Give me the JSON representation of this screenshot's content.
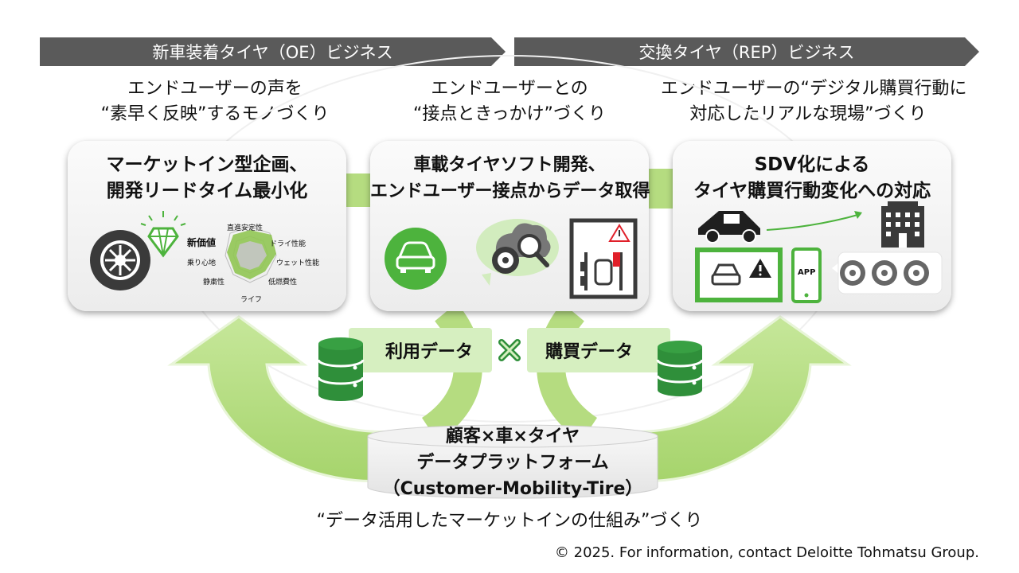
{
  "banners": {
    "left": "新車装着タイヤ（OE）ビジネス",
    "right": "交換タイヤ（REP）ビジネス"
  },
  "subtitles": {
    "left": [
      "エンドユーザーの声を",
      "“素早く反映”するモノづくり"
    ],
    "center": [
      "エンドユーザーとの",
      "“接点ときっかけ”づくり"
    ],
    "right": [
      "エンドユーザーの“デジタル購買行動に",
      "対応したリアルな現場”づくり"
    ]
  },
  "cards": {
    "left": {
      "title": [
        "マーケットイン型企画、",
        "開発リードタイム最小化"
      ],
      "new_value": "新価値",
      "radar_labels": [
        "直進安定性",
        "ドライ性能",
        "ウェット性能",
        "低燃費性",
        "ライフ",
        "静粛性",
        "乗り心地"
      ]
    },
    "center": {
      "title": [
        "車載タイヤソフト開発、",
        "エンドユーザー接点からデータ取得"
      ]
    },
    "right": {
      "title": [
        "SDV化による",
        "タイヤ購買行動変化への対応"
      ],
      "app_label": "APP"
    }
  },
  "data_flow": {
    "left_chip": "利用データ",
    "right_chip": "購買データ"
  },
  "platform": {
    "lines": [
      "顧客×車×タイヤ",
      "データプラットフォーム",
      "（Customer-Mobility-Tire）"
    ]
  },
  "slogan": "“データ活用したマーケットインの仕組み”づくり",
  "copyright": "© 2025. For information, contact Deloitte Tohmatsu Group.",
  "colors": {
    "banner": "#5a5a5a",
    "accent_green": "#4db33d",
    "light_green": "#b5dc80",
    "chip_green": "#d6efc0",
    "dark_green": "#2f8f3a"
  },
  "icons": [
    "tire-icon",
    "diamond-icon",
    "car-icon",
    "tire-search-icon",
    "parking-alert-icon",
    "building-icon",
    "app-phone-icon",
    "database-icon"
  ]
}
